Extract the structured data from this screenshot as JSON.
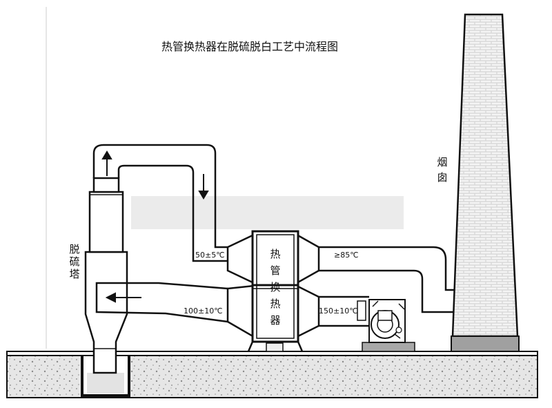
{
  "title": "热管换热器在脱硫脱白工艺中流程图",
  "labels": {
    "desulfurization_tower": [
      "脱",
      "硫",
      "塔"
    ],
    "heat_pipe_exchanger": [
      "热",
      "管",
      "换",
      "热",
      "器"
    ],
    "chimney": [
      "烟",
      "囱"
    ]
  },
  "temperatures": {
    "clean_gas_in": "50±5℃",
    "clean_gas_out": "≥85℃",
    "flue_gas_in": "150±10℃",
    "flue_gas_out": "100±10℃"
  },
  "colors": {
    "outline": "#111111",
    "ground_fill": "#e6e6e6",
    "speckle": "#9a9a9a",
    "brick_fill": "#dedede",
    "pale_band": "#e9e9e9"
  },
  "icons": [
    "arrow-up-icon",
    "arrow-down-icon",
    "arrow-left-icon",
    "fan-icon"
  ]
}
